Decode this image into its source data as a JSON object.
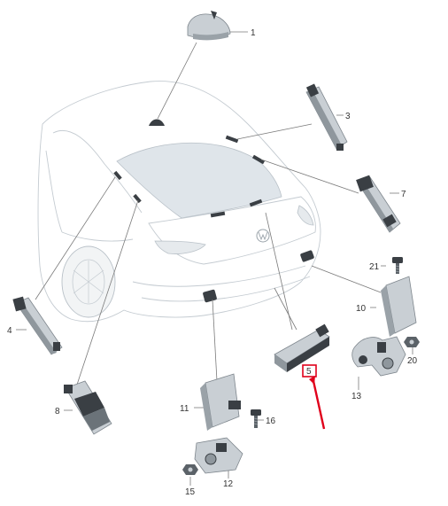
{
  "diagram": {
    "labels": [
      "1",
      "3",
      "4",
      "5",
      "7",
      "8",
      "10",
      "11",
      "12",
      "13",
      "15",
      "16",
      "20",
      "21"
    ]
  },
  "colors": {
    "highlight": "#e0001b",
    "leader": "#7a7a7a",
    "part_fill": "#c9cfd4",
    "part_dark": "#3a3f44",
    "car_line": "#c4cbd1",
    "glass": "#dfe5ea"
  }
}
